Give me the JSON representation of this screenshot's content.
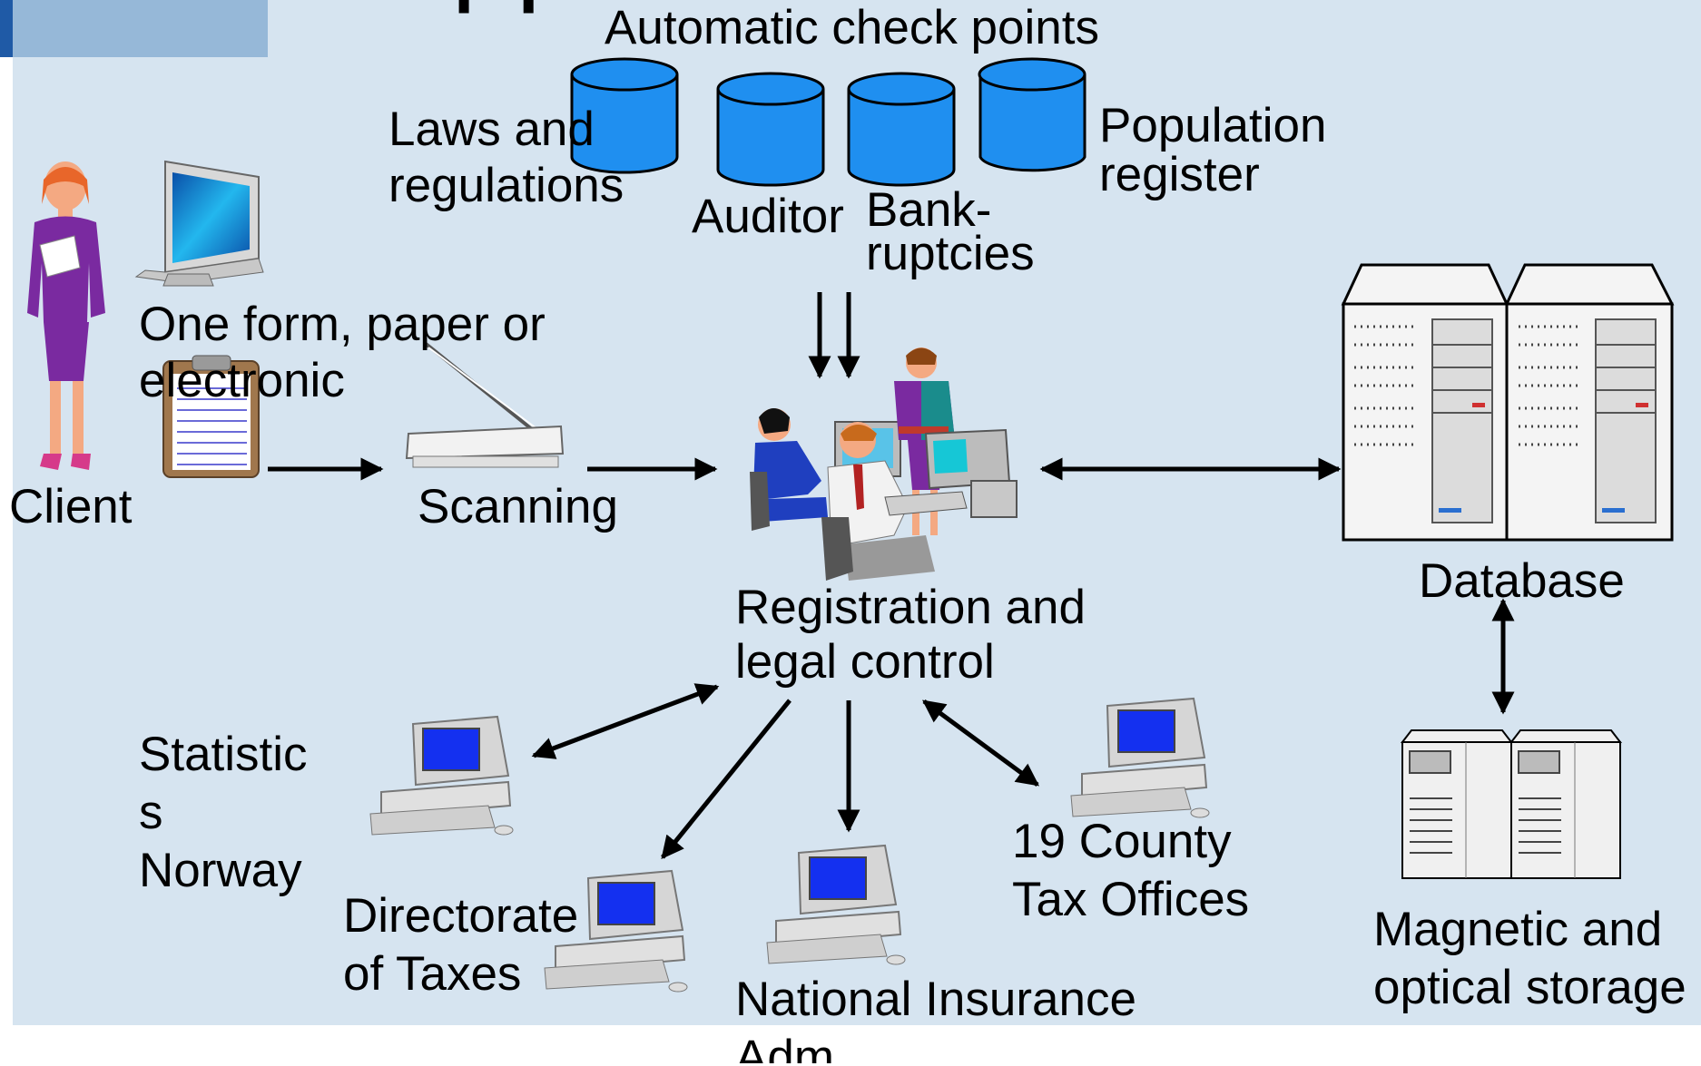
{
  "title_fragment": "p p",
  "header": {
    "checkpoints_label": "Automatic check points"
  },
  "sources": {
    "laws": "Laws and\nregulations",
    "auditor": "Auditor",
    "bankruptcies": "Bank-\nruptcies",
    "population": "Population\nregister"
  },
  "left": {
    "form": "One form, paper or\nelectronic",
    "client": "Client",
    "scanning": "Scanning"
  },
  "center": {
    "registration": "Registration and\nlegal control"
  },
  "right": {
    "database": "Database",
    "storage": "Magnetic and\noptical storage"
  },
  "recipients": {
    "statistics": "Statistic\ns\nNorway",
    "directorate": "Directorate\nof Taxes",
    "insurance": "National Insurance\nAdm",
    "county": "19 County\nTax Offices"
  },
  "colors": {
    "background": "#d6e4f0",
    "cylinder": "#1f8ff0",
    "screen": "#1430f0",
    "arrow": "#000000",
    "person_purple": "#7a2aa0"
  }
}
